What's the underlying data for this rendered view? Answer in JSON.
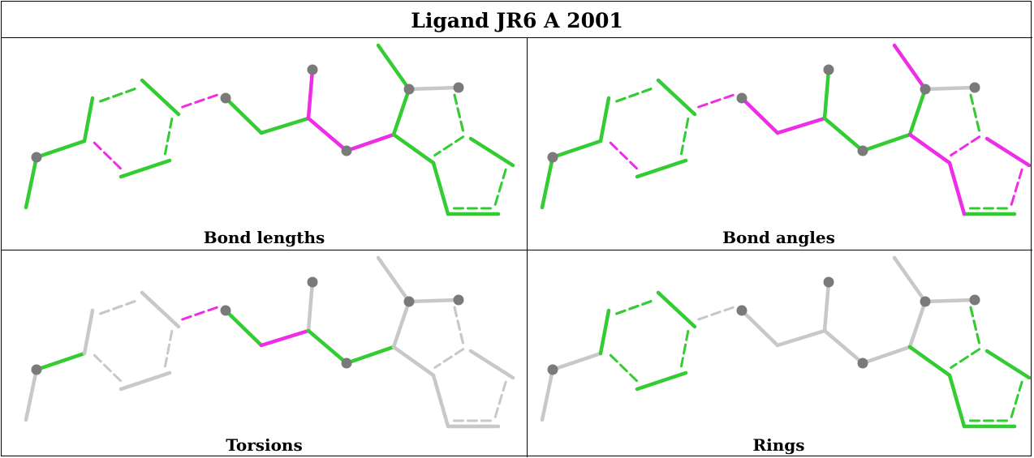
{
  "title": "Ligand JR6 A 2001",
  "colors": {
    "outlier": "#ee2ee6",
    "ok": "#33cc33",
    "not_assessed": "#c8c8c8",
    "atom": "#7a7a7a"
  },
  "panels": [
    {
      "caption": "Bond lengths",
      "bonds": [
        "ok",
        "ok",
        "ok",
        "ok",
        "ok",
        "ok",
        "ok",
        "outlier",
        "ok",
        "ok",
        "outlier",
        "outlier",
        "outlier",
        "ok",
        "ok",
        "not_assessed",
        "ok",
        "ok",
        "ok",
        "ok",
        "ok",
        "ok",
        "ok",
        "outlier",
        "ok",
        "ok",
        "ok"
      ]
    },
    {
      "caption": "Bond angles",
      "bonds": [
        "ok",
        "ok",
        "ok",
        "ok",
        "ok",
        "ok",
        "ok",
        "outlier",
        "outlier",
        "outlier",
        "ok",
        "ok",
        "ok",
        "ok",
        "outlier",
        "not_assessed",
        "not_assessed",
        "outlier",
        "outlier",
        "outlier",
        "outlier",
        "ok",
        "outlier",
        "outlier",
        "ok",
        "ok",
        "ok"
      ]
    },
    {
      "caption": "Torsions",
      "bonds": [
        "not_assessed",
        "ok",
        "not_assessed",
        "not_assessed",
        "not_assessed",
        "not_assessed",
        "not_assessed",
        "outlier",
        "ok",
        "outlier",
        "not_assessed",
        "ok",
        "ok",
        "not_assessed",
        "not_assessed",
        "not_assessed",
        "not_assessed",
        "not_assessed",
        "not_assessed",
        "not_assessed",
        "not_assessed",
        "not_assessed",
        "not_assessed",
        "not_assessed",
        "not_assessed",
        "not_assessed",
        "not_assessed"
      ]
    },
    {
      "caption": "Rings",
      "bonds": [
        "not_assessed",
        "not_assessed",
        "ok",
        "ok",
        "ok",
        "ok",
        "ok",
        "not_assessed",
        "not_assessed",
        "not_assessed",
        "not_assessed",
        "not_assessed",
        "not_assessed",
        "not_assessed",
        "not_assessed",
        "not_assessed",
        "ok",
        "ok",
        "ok",
        "ok",
        "ok",
        "ok",
        "ok",
        "ok",
        "ok",
        "ok",
        "ok"
      ]
    }
  ]
}
